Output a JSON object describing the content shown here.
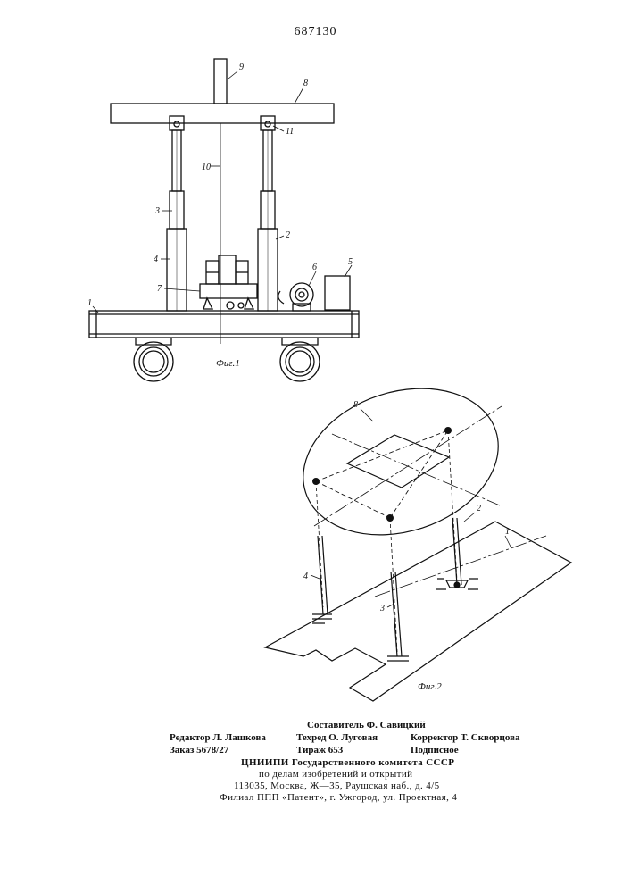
{
  "page": {
    "number": "687130"
  },
  "figure1": {
    "caption": "Фиг.1",
    "labels": {
      "l1": "1",
      "l2": "2",
      "l3": "3",
      "l4": "4",
      "l5": "5",
      "l6": "6",
      "l7": "7",
      "l8": "8",
      "l9": "9",
      "l10": "10",
      "l11": "11"
    }
  },
  "figure2": {
    "caption": "Фиг.2",
    "labels": {
      "l1": "1",
      "l2": "2",
      "l3": "3",
      "l4": "4",
      "l8": "8"
    }
  },
  "imprint": {
    "compiler": "Составитель Ф. Савицкий",
    "editor": "Редактор Л. Лашкова",
    "techred": "Техред О. Луговая",
    "corrector": "Корректор Т. Скворцова",
    "order": "Заказ 5678/27",
    "print_run": "Тираж 653",
    "subscription": "Подписное",
    "org_line1": "ЦНИИПИ Государственного комитета СССР",
    "org_line2": "по делам изобретений и открытий",
    "address": "113035, Москва, Ж—35, Раушская наб., д. 4/5",
    "branch": "Филиал ППП «Патент», г. Ужгород, ул. Проектная, 4"
  }
}
